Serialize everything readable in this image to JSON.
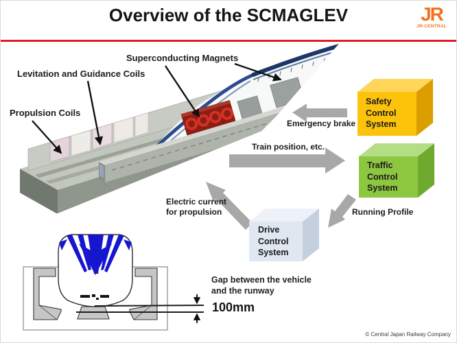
{
  "header": {
    "title": "Overview of the SCMAGLEV",
    "logo_mark": "JR",
    "logo_name": "JR-CENTRAL"
  },
  "illustration": {
    "part_labels": [
      {
        "text": "Superconducting Magnets"
      },
      {
        "text": "Levitation and Guidance Coils"
      },
      {
        "text": "Propulsion Coils"
      }
    ]
  },
  "systems": [
    {
      "name": "Safety Control System",
      "lines": [
        "Safety",
        "Control",
        "System"
      ],
      "colors": {
        "front": "#FCC30B",
        "top": "#FFD65A",
        "side": "#DB9E00"
      }
    },
    {
      "name": "Traffic Control System",
      "lines": [
        "Traffic",
        "Control",
        "System"
      ],
      "colors": {
        "front": "#8DC63F",
        "top": "#B4DE85",
        "side": "#6FA92E"
      }
    },
    {
      "name": "Drive Control System",
      "lines": [
        "Drive",
        "Control",
        "System"
      ],
      "colors": {
        "front": "#DFE7F1",
        "top": "#EEF2F8",
        "side": "#C4CFE0"
      }
    }
  ],
  "flows": [
    {
      "text": "Emergency brake"
    },
    {
      "text": "Train position, etc."
    },
    {
      "text": "Running Profile"
    },
    {
      "lines": [
        "Electric current",
        "for propulsion"
      ]
    }
  ],
  "gap_note": {
    "lines": [
      "Gap between the vehicle",
      "and the runway"
    ],
    "value": "100mm"
  },
  "footer": {
    "copyright": "© Central Japan Railway Company"
  },
  "theme": {
    "accent_red": "#E31B23",
    "logo_orange": "#F0731F",
    "arrow_gray": "#A8A8A8",
    "maglev_blue": "#1616CF",
    "magnet_red": "#C8281E"
  }
}
